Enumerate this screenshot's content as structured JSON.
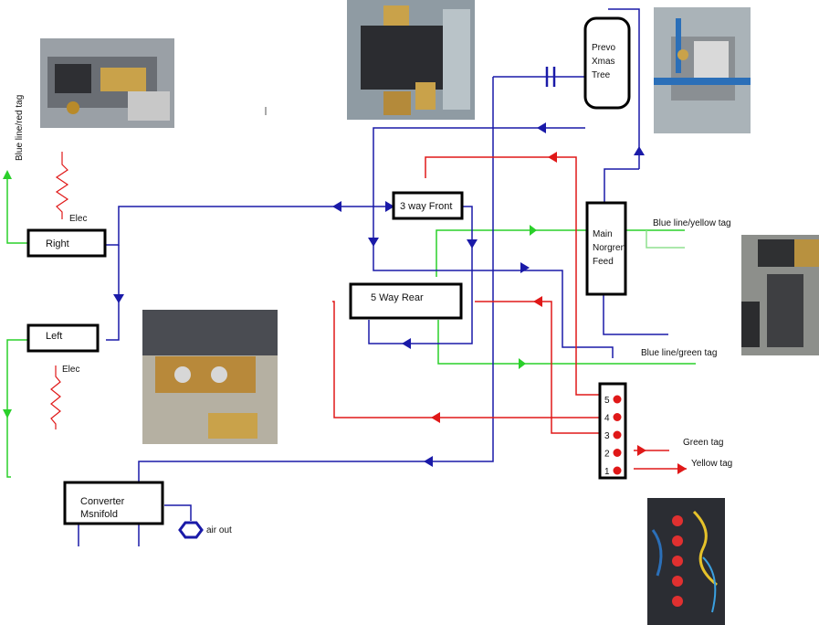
{
  "colors": {
    "blue": "#1a1aa8",
    "red": "#e01818",
    "green": "#2ad02a",
    "black": "#000000",
    "box_fill": "#ffffff"
  },
  "components": {
    "right": "Right",
    "left": "Left",
    "three_way_front": "3 way Front",
    "five_way_rear": "5 Way Rear",
    "prevo_line1": "Prevo",
    "prevo_line2": "Xmas",
    "prevo_line3": "Tree",
    "main_line1": "Main",
    "main_line2": "Norgren",
    "main_line3": "Feed",
    "converter_line1": "Converter",
    "converter_line2": "Msnifold"
  },
  "labels": {
    "elec_top": "Elec",
    "elec_bottom": "Elec",
    "blue_red_tag": "Blue line/red tag",
    "blue_yellow_tag": "Blue line/yellow tag",
    "blue_green_tag": "Blue line/green tag",
    "green_tag": "Green tag",
    "yellow_tag": "Yellow tag",
    "air_out": "air out"
  },
  "terminal_block": {
    "numbers": [
      "5",
      "4",
      "3",
      "2",
      "1"
    ]
  },
  "photos": [
    {
      "name": "photo-valve-block-top-left"
    },
    {
      "name": "photo-solenoid-valve-top"
    },
    {
      "name": "photo-xmas-tree-fittings"
    },
    {
      "name": "photo-brass-manifold"
    },
    {
      "name": "photo-norgren-regulator"
    },
    {
      "name": "photo-terminal-wiring"
    }
  ]
}
